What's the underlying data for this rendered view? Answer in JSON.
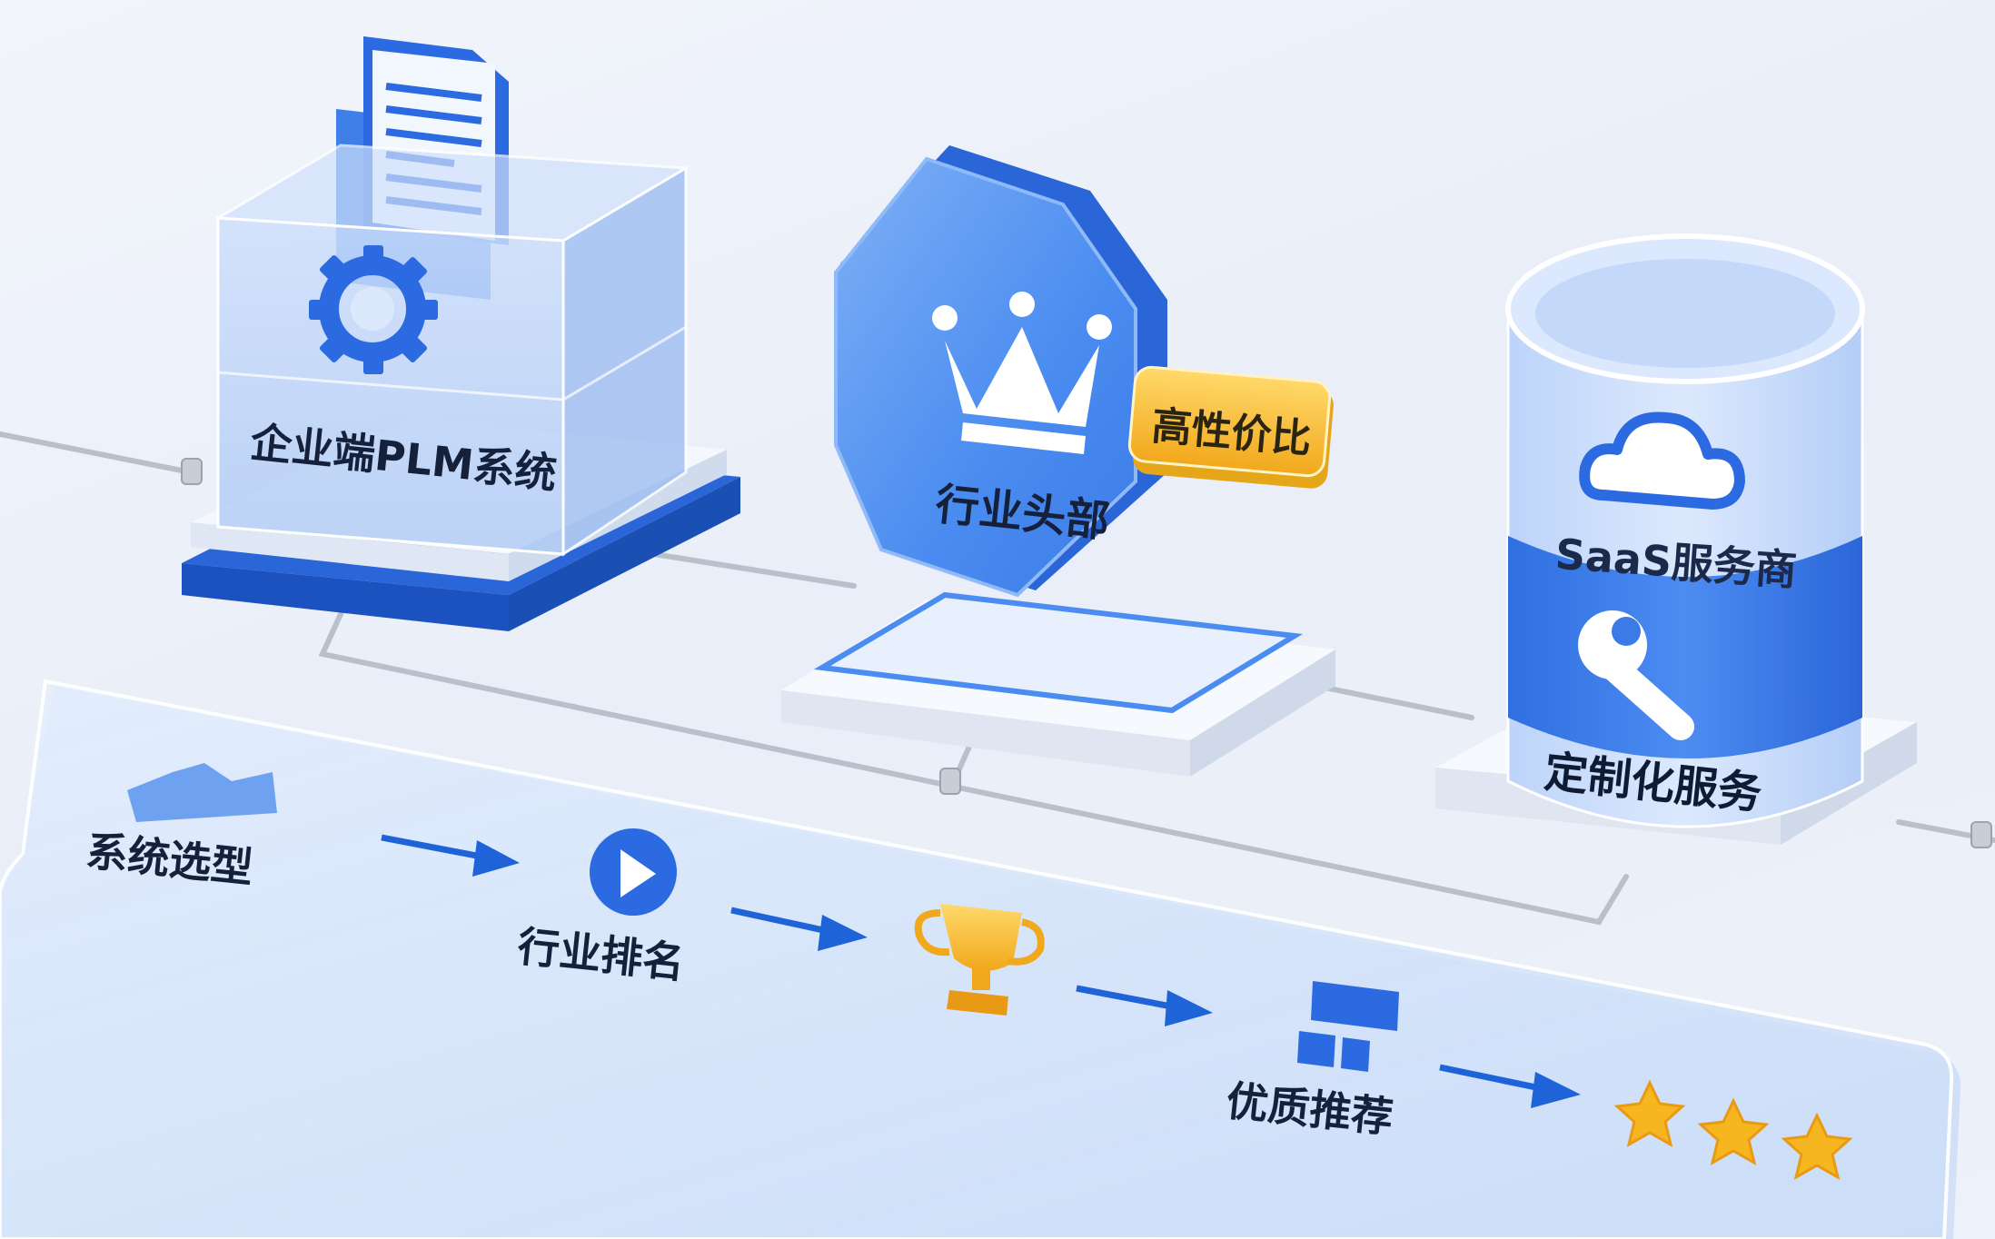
{
  "modules": {
    "plm": {
      "label": "企业端PLM系统"
    },
    "leader": {
      "label": "行业头部",
      "badge": "高性价比"
    },
    "saas": {
      "top_label": "SaaS服务商",
      "bottom_label": "定制化服务"
    }
  },
  "flow": {
    "steps": [
      "系统选型",
      "行业排名",
      "优质推荐"
    ],
    "rating_stars": 3
  },
  "icons": [
    "document-icon",
    "gear-icon",
    "crown-icon",
    "cloud-icon",
    "wrench-icon",
    "chart-icon",
    "play-icon",
    "trophy-icon",
    "layout-icon",
    "star-icon",
    "arrow-icon"
  ],
  "colors": {
    "accent": "#1e63d8",
    "badge": "#f7c948",
    "star": "#f6b620"
  }
}
